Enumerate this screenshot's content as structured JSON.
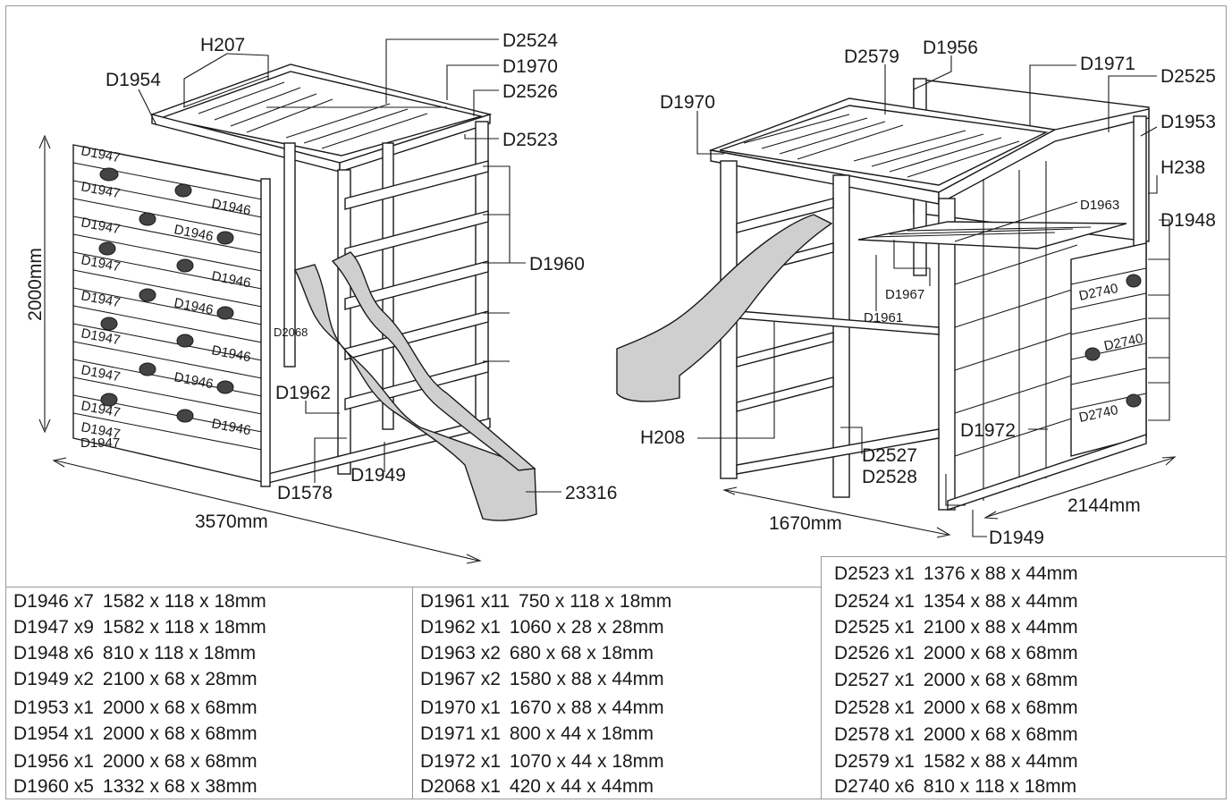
{
  "left_view": {
    "dimensions": {
      "height": "2000mm",
      "length": "3570mm"
    },
    "labels": {
      "H207": "H207",
      "D1954": "D1954",
      "D2524": "D2524",
      "D1970": "D1970",
      "D2526": "D2526",
      "D2523": "D2523",
      "D1960": "D1960",
      "D2068": "D2068",
      "D1962": "D1962",
      "D1578": "D1578",
      "D1949": "D1949",
      "23316": "23316"
    },
    "board_labels": [
      "D1947",
      "D1947",
      "D1946",
      "D1947",
      "D1946",
      "D1947",
      "D1946",
      "D1947",
      "D1946",
      "D1947",
      "D1946",
      "D1947",
      "D1946",
      "D1947",
      "D1946",
      "D1947",
      "D1947"
    ]
  },
  "right_view": {
    "dimensions": {
      "width": "1670mm",
      "depth": "2144mm"
    },
    "labels": {
      "D2579": "D2579",
      "D1956": "D1956",
      "D1971": "D1971",
      "D2525": "D2525",
      "D1970": "D1970",
      "D1953": "D1953",
      "H238": "H238",
      "D1963": "D1963",
      "D1948": "D1948",
      "D1967": "D1967",
      "D1961": "D1961",
      "D2740a": "D2740",
      "D2740b": "D2740",
      "D2740c": "D2740",
      "H208": "H208",
      "D1972": "D1972",
      "D2527": "D2527",
      "D2528": "D2528",
      "D1949": "D1949"
    }
  },
  "parts_list": {
    "column1": [
      {
        "code": "D1946 x7",
        "dims": "1582 x 118 x 18mm"
      },
      {
        "code": "D1947 x9",
        "dims": "1582 x 118 x 18mm"
      },
      {
        "code": "D1948 x6",
        "dims": "810 x 118 x 18mm"
      },
      {
        "code": "D1949 x2",
        "dims": "2100 x 68 x 28mm"
      },
      {
        "code": "D1953 x1",
        "dims": "2000 x 68 x 68mm"
      },
      {
        "code": "D1954 x1",
        "dims": "2000 x 68 x 68mm"
      },
      {
        "code": "D1956 x1",
        "dims": "2000 x 68 x 68mm"
      },
      {
        "code": "D1960 x5",
        "dims": "1332 x 68 x 38mm"
      }
    ],
    "column2": [
      {
        "code": "D1961 x11",
        "dims": "750 x 118 x 18mm"
      },
      {
        "code": "D1962 x1",
        "dims": "1060 x 28 x 28mm"
      },
      {
        "code": "D1963 x2",
        "dims": "680 x 68 x 18mm"
      },
      {
        "code": "D1967 x2",
        "dims": "1580 x 88 x 44mm"
      },
      {
        "code": "D1970 x1",
        "dims": "1670 x 88 x 44mm"
      },
      {
        "code": "D1971 x1",
        "dims": "800 x 44 x 18mm"
      },
      {
        "code": "D1972 x1",
        "dims": "1070 x 44 x 18mm"
      },
      {
        "code": "D2068 x1",
        "dims": "420 x 44 x 44mm"
      }
    ],
    "column3": [
      {
        "code": "D2523 x1",
        "dims": "1376 x 88 x 44mm"
      },
      {
        "code": "D2524 x1",
        "dims": "1354 x 88 x 44mm"
      },
      {
        "code": "D2525 x1",
        "dims": "2100 x 88 x 44mm"
      },
      {
        "code": "D2526 x1",
        "dims": "2000 x 68 x 68mm"
      },
      {
        "code": "D2527 x1",
        "dims": "2000 x 68 x 68mm"
      },
      {
        "code": "D2528 x1",
        "dims": "2000 x 68 x 68mm"
      },
      {
        "code": "D2578 x1",
        "dims": "2000 x 68 x 68mm"
      },
      {
        "code": "D2579 x1",
        "dims": "1582 x 88 x 44mm"
      },
      {
        "code": "D2740 x6",
        "dims": "810 x 118 x 18mm"
      }
    ]
  }
}
